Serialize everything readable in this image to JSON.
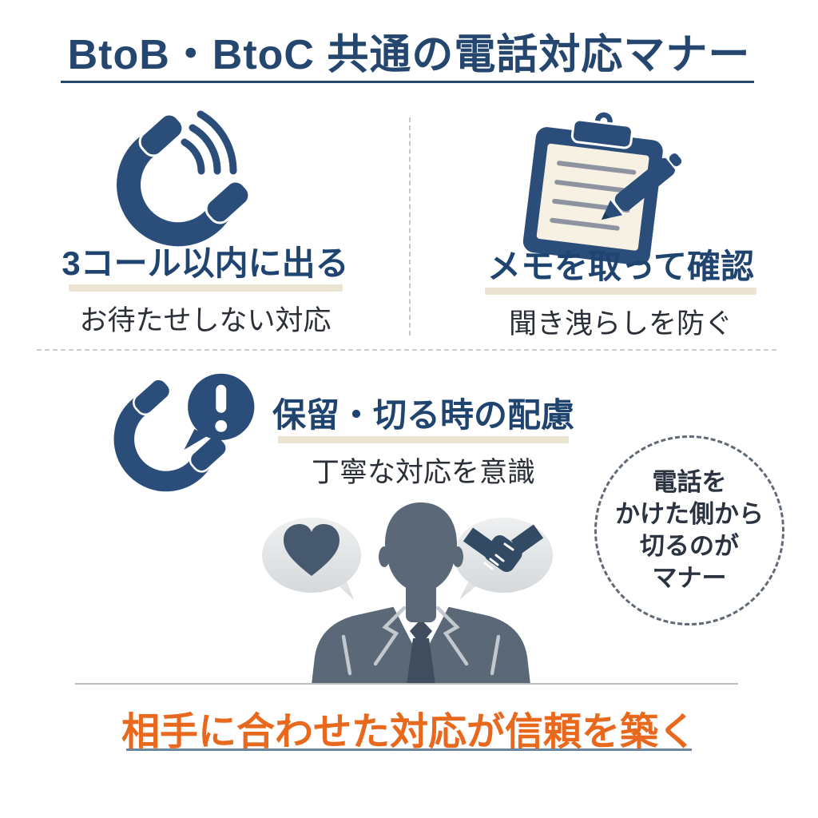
{
  "title": "BtoB・BtoC 共通の電話対応マナー",
  "sections": {
    "answer_within_3_calls": {
      "heading": "3コール以内に出る",
      "subtext": "お待たせしない対応",
      "icon": "ringing-phone-icon"
    },
    "take_memo": {
      "heading": "メモを取って確認",
      "subtext": "聞き洩らしを防ぐ",
      "icon": "clipboard-pen-icon"
    },
    "hold_and_hangup": {
      "heading": "保留・切る時の配慮",
      "subtext": "丁寧な対応を意識",
      "icon": "phone-alert-icon"
    }
  },
  "note_circle": {
    "lines": [
      "電話を",
      "かけた側から",
      "切るのが",
      "マナー"
    ]
  },
  "footer": {
    "message": "相手に合わせた対応が信頼を築く"
  },
  "colors": {
    "navy": "#27486e",
    "heading_navy": "#1f4470",
    "orange": "#e8681d",
    "cream_underline": "#ece4d2",
    "silhouette": "#5b6877",
    "text_dark": "#2b3038"
  },
  "icons": [
    "ringing-phone-icon",
    "clipboard-pen-icon",
    "phone-alert-icon",
    "heart-bubble-icon",
    "handshake-bubble-icon",
    "businessman-silhouette-icon"
  ]
}
